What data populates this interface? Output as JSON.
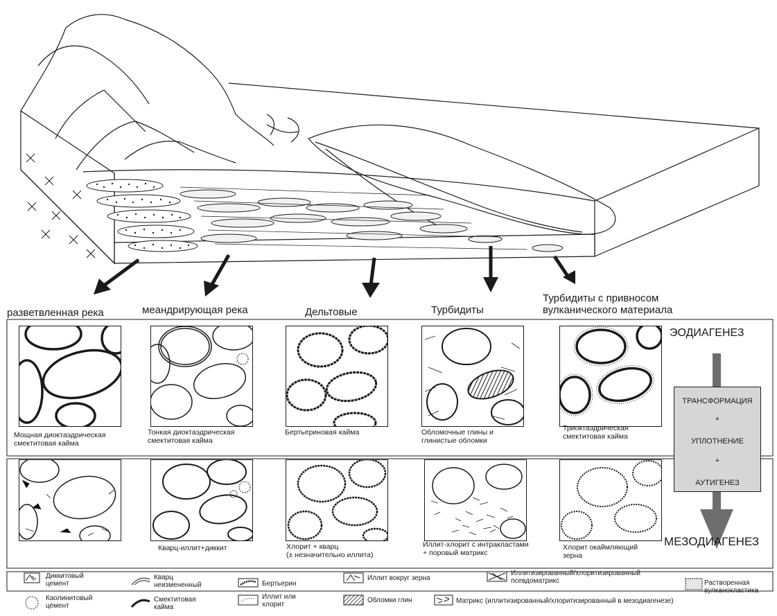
{
  "environments": [
    "разветвленная река",
    "меандрирующая река",
    "Дельтовые",
    "Турбидиты",
    "Турбидиты с привносом",
    "вулканического материала"
  ],
  "row1_captions": [
    [
      "Мощная диоктаэдрическая",
      "смектитовая кайма"
    ],
    [
      "Тонкая диоктаэдрическая",
      "смектитовая кайма"
    ],
    [
      "Бертьериновая кайма"
    ],
    [
      "Обломочные глины и",
      "глинистые обломки"
    ],
    [
      "Триоктаэдрическая",
      "смектитовая кайма"
    ]
  ],
  "row2_captions": [
    [],
    [
      "Кварц-иллит+диккит"
    ],
    [
      "Хлорит + кварц",
      "(± незначительно иллита)"
    ],
    [
      "Иллит-хлорит с интракластами",
      "+ поровый матрикс"
    ],
    [
      "Хлорит окаймляющий",
      "зерна"
    ]
  ],
  "side": {
    "eodiagenesis": "ЭОДИАГЕНЕЗ",
    "mesodiagenesis": "МЕЗОДИАГЕНЕЗ",
    "transformation": "ТРАНСФОРМАЦИЯ",
    "plus1": "+",
    "compaction": "УПЛОТНЕНИЕ",
    "plus2": "+",
    "authigenesis": "АУТИГЕНЕЗ"
  },
  "legend": {
    "dickite_cement": [
      "Диккитовый",
      "цемент"
    ],
    "kaolinite_cement": [
      "Каолинитовый",
      "цемент"
    ],
    "quartz_unchanged": [
      "Кварц",
      "неизмененный"
    ],
    "smectite_rim": [
      "Смектитовая",
      "кайма"
    ],
    "berthierine": [
      "Бертьерин"
    ],
    "illite_or_chlorite": [
      "Иллит или",
      "хлорит"
    ],
    "illite_around_grain": [
      "Иллит вокруг зерна"
    ],
    "clay_clasts": [
      "Обломки глин"
    ],
    "illitized_pseudomatrix": [
      "Иллитизированный/хлоритизированный",
      "псевдоматрикс"
    ],
    "matrix": [
      "Матрикс (иллитизированный/хлоритизированный в мезодиагенезе)"
    ],
    "dissolved_volcaniclastics": [
      "Растворенная",
      "вулканокластика"
    ]
  },
  "colors": {
    "line": "#1a1a1a",
    "process_box": "#d6d6d6",
    "arrow_gray": "#6e6e6e"
  }
}
